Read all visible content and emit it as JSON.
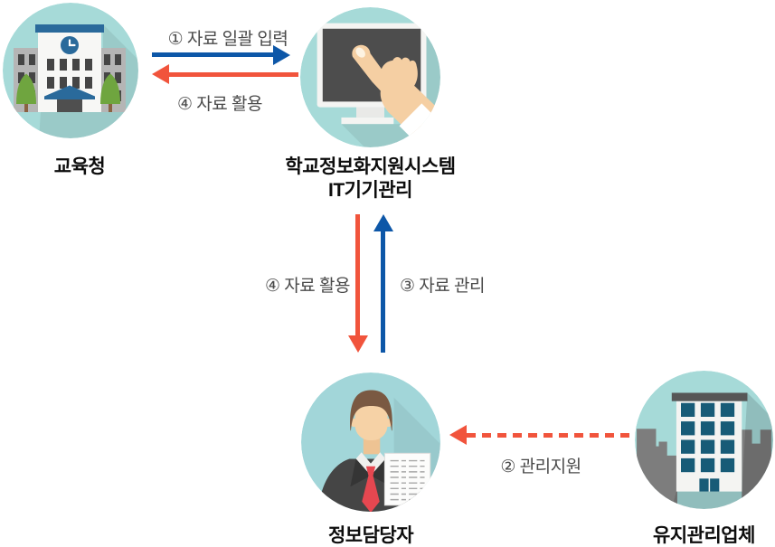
{
  "nodes": {
    "education_office": {
      "label": "교육청",
      "icon": "school-building-icon"
    },
    "it_system": {
      "label_line1": "학교정보화지원시스템",
      "label_line2": "IT기기관리",
      "icon": "touch-monitor-icon"
    },
    "info_manager": {
      "label": "정보담당자",
      "icon": "business-person-icon"
    },
    "maintenance_vendor": {
      "label": "유지관리업체",
      "icon": "city-building-icon"
    }
  },
  "edges": {
    "data_bulk_input": {
      "label": "① 자료 일괄 입력",
      "from": "교육청",
      "to": "학교정보화지원시스템 IT기기관리",
      "line": "solid",
      "color": "#0d57a8",
      "direction": "right"
    },
    "data_use_to_office": {
      "label": "④ 자료 활용",
      "from": "학교정보화지원시스템 IT기기관리",
      "to": "교육청",
      "line": "solid",
      "color": "#f1543c",
      "direction": "left"
    },
    "data_use_to_manager": {
      "label": "④ 자료 활용",
      "from": "학교정보화지원시스템 IT기기관리",
      "to": "정보담당자",
      "line": "solid",
      "color": "#f1543c",
      "direction": "down"
    },
    "data_manage": {
      "label": "③ 자료 관리",
      "from": "정보담당자",
      "to": "학교정보화지원시스템 IT기기관리",
      "line": "solid",
      "color": "#0d57a8",
      "direction": "up"
    },
    "management_support": {
      "label": "② 관리지원",
      "from": "유지관리업체",
      "to": "정보담당자",
      "line": "dashed",
      "color": "#f1543c",
      "direction": "left"
    }
  },
  "palette": {
    "circle_teal": "#a6dad8",
    "arrow_blue": "#0d57a8",
    "arrow_red": "#f1543c",
    "edge_label_gray": "#4a4a4a",
    "node_label_black": "#0d0d0d",
    "building_blue": "#2a6a9b",
    "window_dark": "#454545",
    "vendor_window_blue": "#175b77",
    "skyline_gray": "#7d7d7d",
    "skin": "#f5cfa3",
    "hair_brown": "#7a5942",
    "suit_dark": "#454545",
    "tie_red": "#e64750",
    "tree_green": "#6fa53f"
  }
}
